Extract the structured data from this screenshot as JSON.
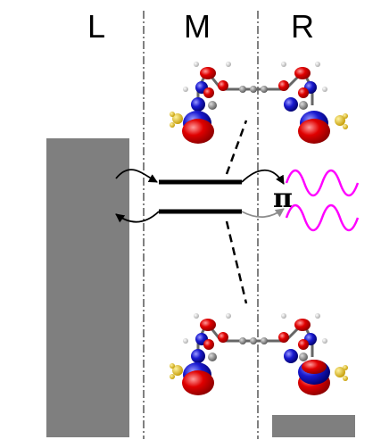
{
  "regions": {
    "left": "L",
    "middle": "M",
    "right": "R"
  },
  "pi_symbol": "π",
  "colors": {
    "electrode": "#7f7f7f",
    "level": "#000000",
    "wave": "#ff00ff",
    "arrow_secondary": "#8c8c8c",
    "orbital_positive": "#e00000",
    "orbital_negative": "#1a1ad0",
    "atom_carbon": "#7a7a7a",
    "atom_hydrogen": "#eeeeee",
    "atom_sulfur": "#e0b800"
  }
}
